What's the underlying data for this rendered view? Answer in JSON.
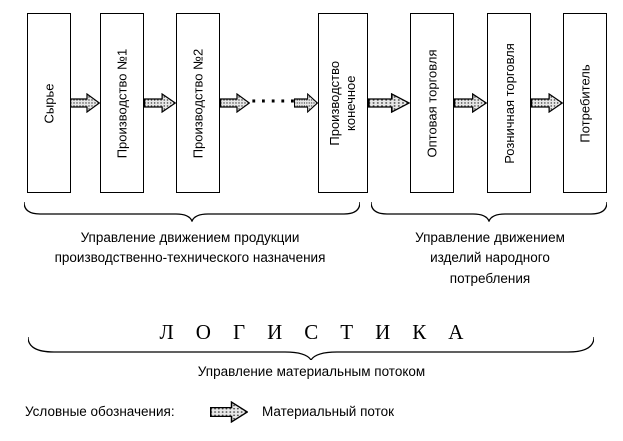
{
  "flow": {
    "boxes": [
      {
        "label": "Сырье"
      },
      {
        "label": "Производство №1"
      },
      {
        "label": "Производство №2"
      },
      {
        "label": "Производство\nконечное"
      },
      {
        "label": "Оптовая торговля"
      },
      {
        "label": "Розничная торговля"
      },
      {
        "label": "Потребитель"
      }
    ],
    "ellipsis": "·····"
  },
  "groups": {
    "left_label": "Управление движением продукции производственно-технического назначения",
    "right_label": "Управление движением изделий народного потребления"
  },
  "logistics": {
    "title": "ЛОГИСТИКА",
    "subtitle": "Управление материальным потоком"
  },
  "legend": {
    "label": "Условные обозначения:",
    "item_label": "Материальный поток"
  },
  "icons": {
    "arrow": "material-flow-arrow"
  },
  "colors": {
    "line": "#000000",
    "background": "#ffffff",
    "arrow_fill": "#e8e8e8",
    "arrow_stipple": "#333333"
  }
}
